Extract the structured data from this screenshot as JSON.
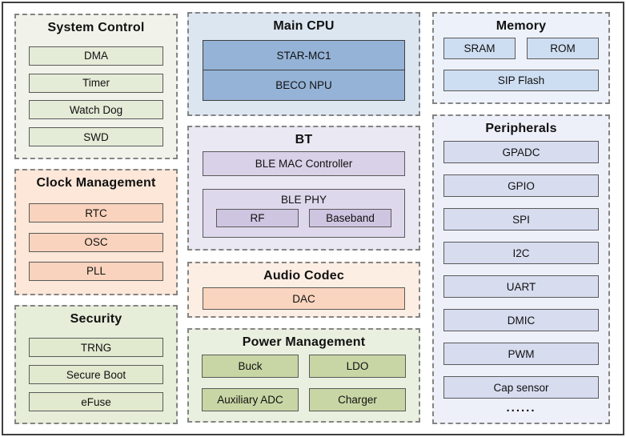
{
  "palette": {
    "frame_border": "#3f3f3f",
    "panel_dash_border": "#848484",
    "box_border": "#5a5a5a",
    "green_panel": "#f1f3eb",
    "green_box": "#e4ebd7",
    "orange_panel": "#fce7d9",
    "orange_box": "#f9d3bd",
    "security_panel": "#e6eeda",
    "security_box": "#e1e9ce",
    "blue_panel": "#dce6f1",
    "blue_box": "#95b3d7",
    "purple_panel": "#eae8f3",
    "purple_box": "#d8d1e7",
    "purple_phy_box": "#ded8ec",
    "purple_sub_box": "#cec5e1",
    "audio_panel": "#fdeee3",
    "audio_box": "#f9d4be",
    "power_panel": "#eaf0e0",
    "power_box": "#c8d6a5",
    "memory_panel": "#edf2fa",
    "memory_box": "#cedef2",
    "periph_panel": "#eef0f9",
    "periph_box": "#d7dcef"
  },
  "panels": {
    "system_control": {
      "title": "System Control",
      "items": [
        "DMA",
        "Timer",
        "Watch Dog",
        "SWD"
      ]
    },
    "clock_management": {
      "title": "Clock Management",
      "items": [
        "RTC",
        "OSC",
        "PLL"
      ]
    },
    "security": {
      "title": "Security",
      "items": [
        "TRNG",
        "Secure Boot",
        "eFuse"
      ]
    },
    "main_cpu": {
      "title": "Main CPU",
      "items": [
        "STAR-MC1",
        "BECO NPU"
      ]
    },
    "bt": {
      "title": "BT",
      "mac": "BLE MAC Controller",
      "phy": {
        "title": "BLE PHY",
        "items": [
          "RF",
          "Baseband"
        ]
      }
    },
    "audio_codec": {
      "title": "Audio Codec",
      "items": [
        "DAC"
      ]
    },
    "power_management": {
      "title": "Power Management",
      "items": [
        "Buck",
        "LDO",
        "Auxiliary ADC",
        "Charger"
      ]
    },
    "memory": {
      "title": "Memory",
      "row": [
        "SRAM",
        "ROM"
      ],
      "wide": "SIP Flash"
    },
    "peripherals": {
      "title": "Peripherals",
      "items": [
        "GPADC",
        "GPIO",
        "SPI",
        "I2C",
        "UART",
        "DMIC",
        "PWM",
        "Cap sensor"
      ],
      "more": "......"
    }
  }
}
